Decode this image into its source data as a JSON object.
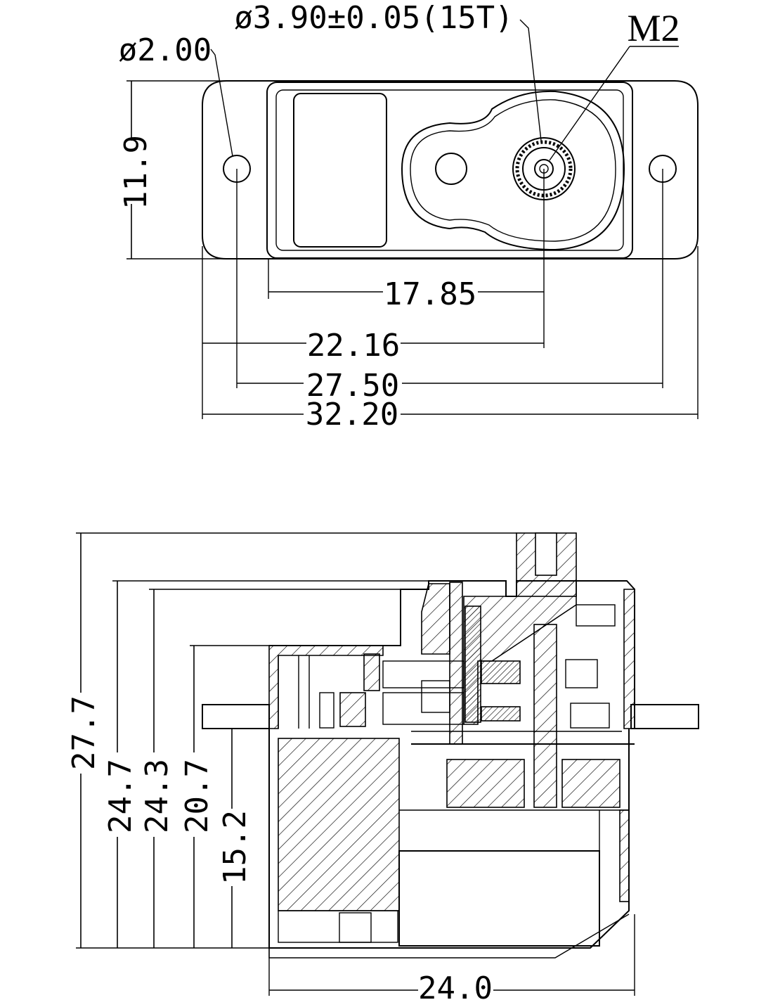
{
  "top_view": {
    "callouts": {
      "spline_dia": "ø3.90±0.05(15T)",
      "screw": "M2",
      "hole_dia": "ø2.00"
    },
    "dimensions": {
      "height": "11.9",
      "d1": "17.85",
      "d2": "22.16",
      "d3": "27.50",
      "d4": "32.20"
    }
  },
  "side_view": {
    "dimensions": {
      "h1": "27.7",
      "h2": "24.7",
      "h3": "24.3",
      "h4": "20.7",
      "h5": "15.2",
      "width": "24.0"
    }
  }
}
